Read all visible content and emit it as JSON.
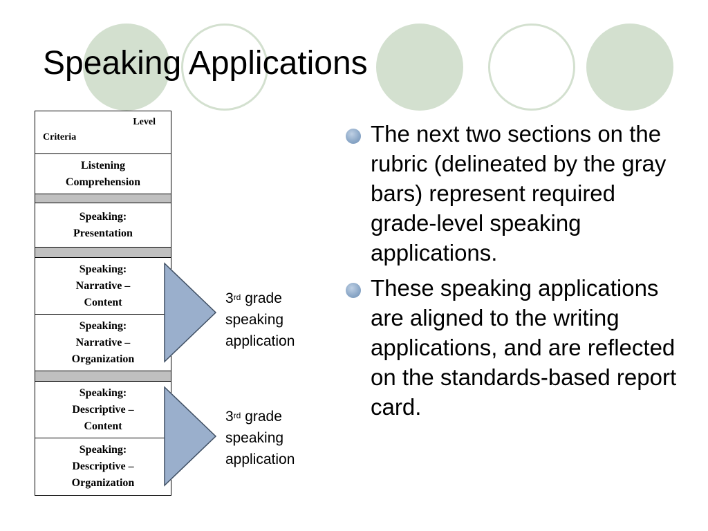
{
  "slide": {
    "title": "Speaking Applications"
  },
  "rubric": {
    "header_level": "Level",
    "header_criteria": "Criteria",
    "rows": [
      "Listening Comprehension",
      "Speaking: Presentation",
      "Speaking: Narrative – Content",
      "Speaking: Narrative – Organization",
      "Speaking: Descriptive – Content",
      "Speaking: Descriptive – Organization"
    ]
  },
  "callouts": [
    {
      "num": "3",
      "sup": "rd",
      "rest": " grade",
      "line2": "speaking",
      "line3": "application"
    },
    {
      "num": "3",
      "sup": "rd",
      "rest": " grade",
      "line2": "speaking",
      "line3": "application"
    }
  ],
  "bullets": [
    "The next two sections on the rubric (delineated by the gray bars) represent required grade-level speaking applications.",
    "These speaking applications are aligned to the writing applications, and are reflected on the standards-based report card."
  ],
  "colors": {
    "circle": "#d3e0cf",
    "arrow_fill": "#9aafcc",
    "bar_gray": "#c0c0c0",
    "bullet": "#8eaac9"
  }
}
